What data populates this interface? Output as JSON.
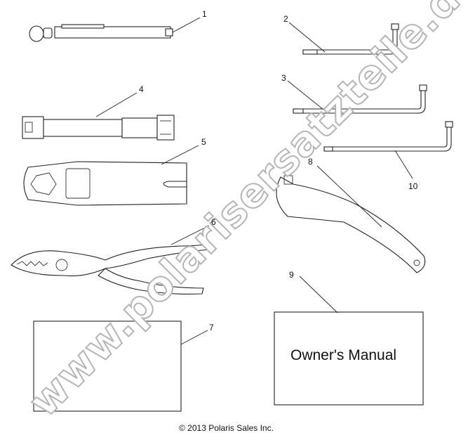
{
  "callouts": {
    "c1": "1",
    "c2": "2",
    "c3": "3",
    "c4": "4",
    "c5": "5",
    "c6": "6",
    "c7": "7",
    "c8": "8",
    "c9": "9",
    "c10": "10"
  },
  "manual": {
    "title": "Owner's Manual"
  },
  "footer": {
    "copyright": "© 2013 Polaris Sales Inc."
  },
  "watermark": {
    "text": "www.polarisersatzteile.de",
    "color": "#b5b5b5"
  }
}
